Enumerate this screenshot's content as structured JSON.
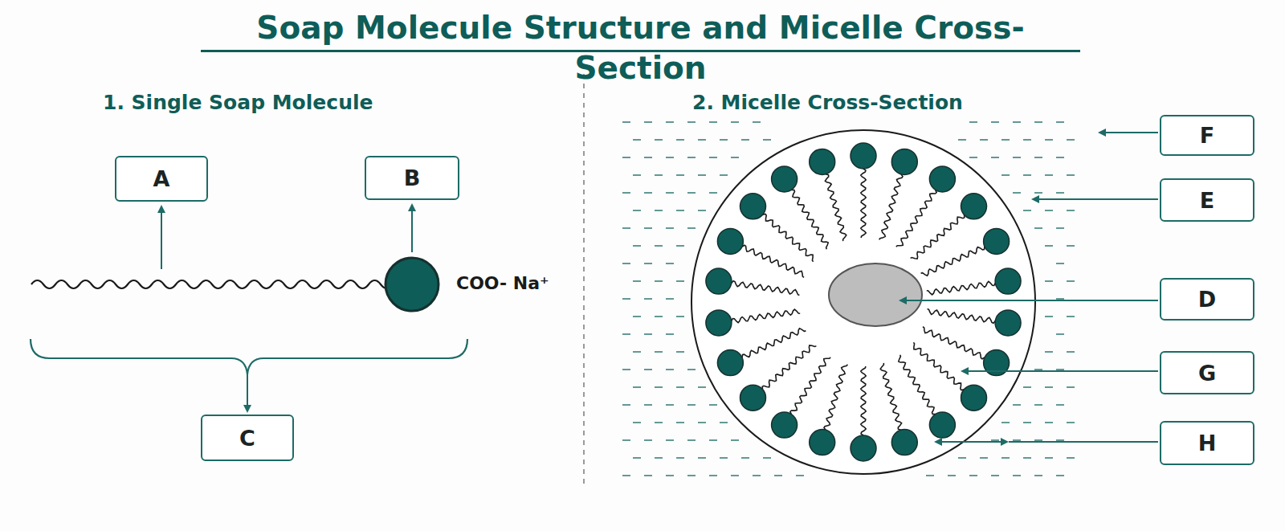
{
  "diagram": {
    "title": "Soap Molecule Structure and Micelle Cross-Section",
    "nodes": [
      {
        "text": [
          "A"
        ]
      },
      {
        "text": [
          "B"
        ]
      },
      {
        "text": [
          "C"
        ]
      },
      {
        "text": [
          "F"
        ]
      },
      {
        "text": [
          "E"
        ]
      },
      {
        "text": [
          "D"
        ]
      },
      {
        "text": [
          "G"
        ]
      },
      {
        "text": [
          "H"
        ]
      }
    ],
    "edges": [],
    "labels": [
      "1. Single Soap Molecule",
      "2. Micelle Cross-Section",
      "COO- Na⁺"
    ]
  }
}
